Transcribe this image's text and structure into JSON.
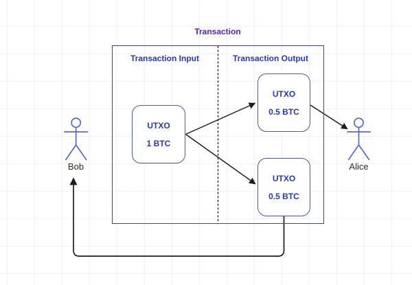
{
  "diagram": {
    "title": "Transaction",
    "input_section": {
      "label": "Transaction Input"
    },
    "output_section": {
      "label": "Transaction Output"
    },
    "nodes": {
      "input_utxo": {
        "name": "UTXO",
        "amount": "1 BTC"
      },
      "output_utxo_1": {
        "name": "UTXO",
        "amount": "0.5 BTC"
      },
      "output_utxo_2": {
        "name": "UTXO",
        "amount": "0.5 BTC"
      }
    },
    "actors": {
      "bob": {
        "label": "Bob",
        "icon": "person-stick-figure-icon"
      },
      "alice": {
        "label": "Alice",
        "icon": "person-stick-figure-icon"
      }
    },
    "colors": {
      "title_purple": "#4d27a3",
      "text_blue": "#2737b0",
      "node_border_blue": "#4a55b5",
      "container_border_blue": "#3d429e",
      "actor_stroke_blue": "#5b68c4",
      "actor_label_dark": "#2f2a26",
      "arrow_black": "#1c1c1c",
      "grid_line": "#f0f0f5",
      "background": "#ffffff"
    }
  }
}
